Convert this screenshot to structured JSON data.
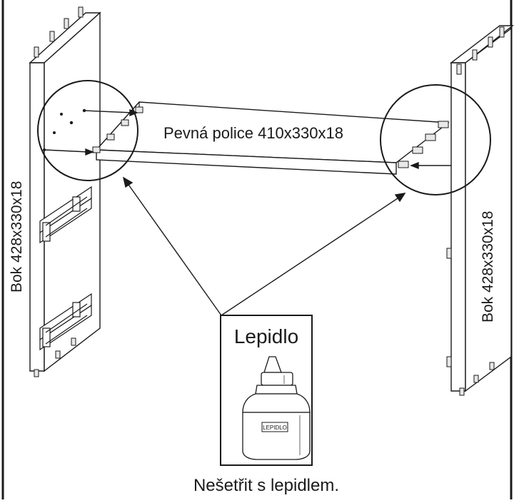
{
  "labels": {
    "left_side": "Bok 428x330x18",
    "right_side": "Bok 428x330x18",
    "shelf": "Pevná police 410x330x18",
    "glue_box_title": "Lepidlo",
    "glue_bottle_label": "LEPIDLO",
    "caption": "Nešetřit s lepidlem."
  },
  "colors": {
    "line": "#1a1a1a",
    "panel_fill": "#ffffff",
    "dowel_fill": "#e8e8e8"
  },
  "icons": {
    "glue_bottle": "glue-bottle-icon"
  }
}
